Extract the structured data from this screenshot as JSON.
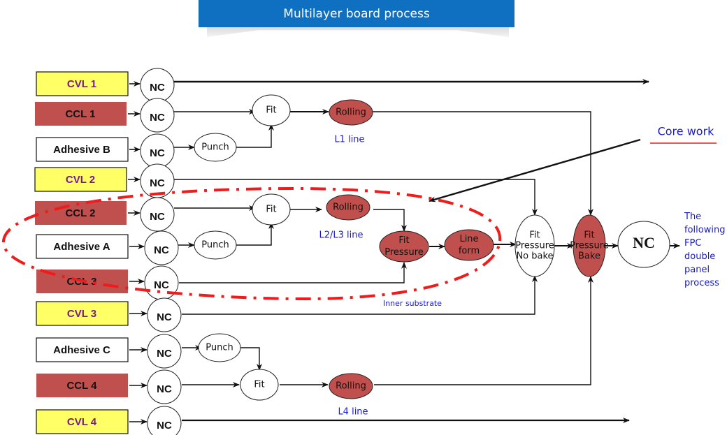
{
  "title": "Multilayer board process",
  "colors": {
    "banner": "#0f6fc0",
    "cvl_fill": "#ffff66",
    "cvl_text": "#7a1a8a",
    "ccl_fill": "#c0504d",
    "adhesive_fill": "#ffffff",
    "process_fill": "#c0504d",
    "label_blue": "#1a1ac8",
    "highlight_red": "#ee1c1c"
  },
  "materials": [
    {
      "id": "cvl1",
      "label": "CVL 1",
      "type": "cvl"
    },
    {
      "id": "ccl1",
      "label": "CCL 1",
      "type": "ccl"
    },
    {
      "id": "adhb",
      "label": "Adhesive B",
      "type": "adhesive"
    },
    {
      "id": "cvl2",
      "label": "CVL 2",
      "type": "cvl"
    },
    {
      "id": "ccl2",
      "label": "CCL 2",
      "type": "ccl"
    },
    {
      "id": "adha",
      "label": "Adhesive A",
      "type": "adhesive"
    },
    {
      "id": "ccl3",
      "label": "CCL 3",
      "type": "ccl"
    },
    {
      "id": "cvl3",
      "label": "CVL 3",
      "type": "cvl"
    },
    {
      "id": "adhc",
      "label": "Adhesive C",
      "type": "adhesive"
    },
    {
      "id": "ccl4",
      "label": "CCL 4",
      "type": "ccl"
    },
    {
      "id": "cvl4",
      "label": "CVL 4",
      "type": "cvl"
    }
  ],
  "nodes": {
    "nc": "NC",
    "punch": "Punch",
    "fit": "Fit",
    "rolling": "Rolling",
    "fit_pressure": [
      "Fit",
      "Pressure"
    ],
    "line_form": [
      "Line",
      "form"
    ],
    "fit_pressure_no_bake": [
      "Fit",
      "Pressure",
      "No bake"
    ],
    "fit_pressure_bake": [
      "Fit",
      "Pressure",
      "Bake"
    ],
    "final_nc": "NC"
  },
  "labels": {
    "l1_line": "L1 line",
    "l2l3_line": "L2/L3 line",
    "l4_line": "L4 line",
    "inner_substrate": "Inner substrate",
    "core_work": "Core work",
    "next_process": [
      "The",
      "following",
      "FPC",
      "double",
      "panel",
      "process"
    ]
  }
}
